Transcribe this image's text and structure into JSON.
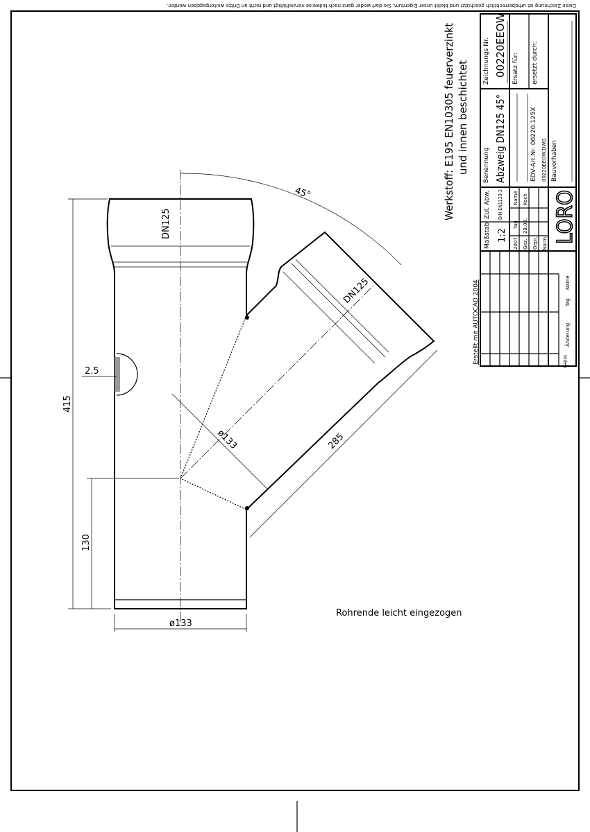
{
  "notice": "Diese Zeichnung ist urheberrechtlich geschützt und bleibt unser Eigentum. Sie darf weder ganz noch teilweise vervielfältigt und nicht an Dritte weitergegeben werden.",
  "material": {
    "line1": "Werkstoff: E195 EN10305 feuerverzinkt",
    "line2": "und innen beschichtet"
  },
  "note": "Rohrende leicht eingezogen",
  "created_with": "Erstellt mit AUTOCAD 2004",
  "dimensions": {
    "total_height": "415",
    "branch_height": "130",
    "diameter_main": "ø133",
    "diameter_branch": "ø133",
    "branch_length": "285",
    "angle": "45°",
    "weld": "2.5",
    "dn_main": "DN125",
    "dn_branch": "DN125"
  },
  "title_block": {
    "drawing_no_label": "Zeichnungs Nr.",
    "drawing_no": "00220EEOW",
    "replaces_label": "Ersatz für:",
    "replaced_by_label": "ersetzt durch:",
    "name_label": "Benennung",
    "name": "Abzweig DN125 45°",
    "edv_no": "EDV-Art.Nr. 00220.125X",
    "file": "00220EEOW.DWG",
    "project_label": "Bauvorhaben",
    "tolerance_label": "Zul. Abw.",
    "tolerance": "DIN EN1123-2",
    "scale_label": "Maßstab",
    "scale": "1:2",
    "year": "2007",
    "day_label": "Tag",
    "name_col_label": "Name",
    "drawn_label": "Gez.",
    "drawn_date": "28.08.",
    "drawn_by": "Koch",
    "checked_label": "Gepr.",
    "norm_label": "Norm.",
    "logo": "LORO",
    "rev_name": "Name",
    "rev_day": "Tag",
    "rev_change": "Änderung",
    "rev_index": "Index"
  }
}
